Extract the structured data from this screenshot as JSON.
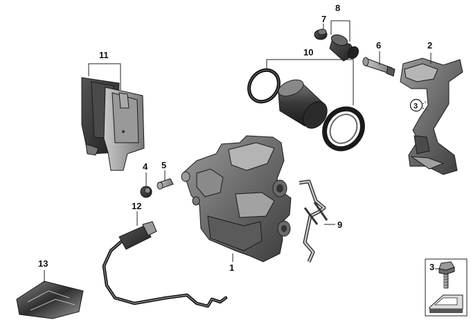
{
  "parts": [
    {
      "number": "1",
      "kind": "brake-caliper-housing"
    },
    {
      "number": "2",
      "kind": "caliper-carrier"
    },
    {
      "number": "3",
      "kind": "hex-bolt"
    },
    {
      "number": "4",
      "kind": "dust-cap"
    },
    {
      "number": "5",
      "kind": "bleeder-valve"
    },
    {
      "number": "6",
      "kind": "guide-pin"
    },
    {
      "number": "7",
      "kind": "protective-cap"
    },
    {
      "number": "8",
      "kind": "guide-bush-set"
    },
    {
      "number": "9",
      "kind": "anti-rattle-spring"
    },
    {
      "number": "10",
      "kind": "piston-repair-kit"
    },
    {
      "number": "11",
      "kind": "brake-pad-set"
    },
    {
      "number": "12",
      "kind": "wear-sensor"
    },
    {
      "number": "13",
      "kind": "assembly-grease"
    }
  ],
  "carrier_callout": {
    "number": "3"
  },
  "inset": {
    "number": "3"
  }
}
